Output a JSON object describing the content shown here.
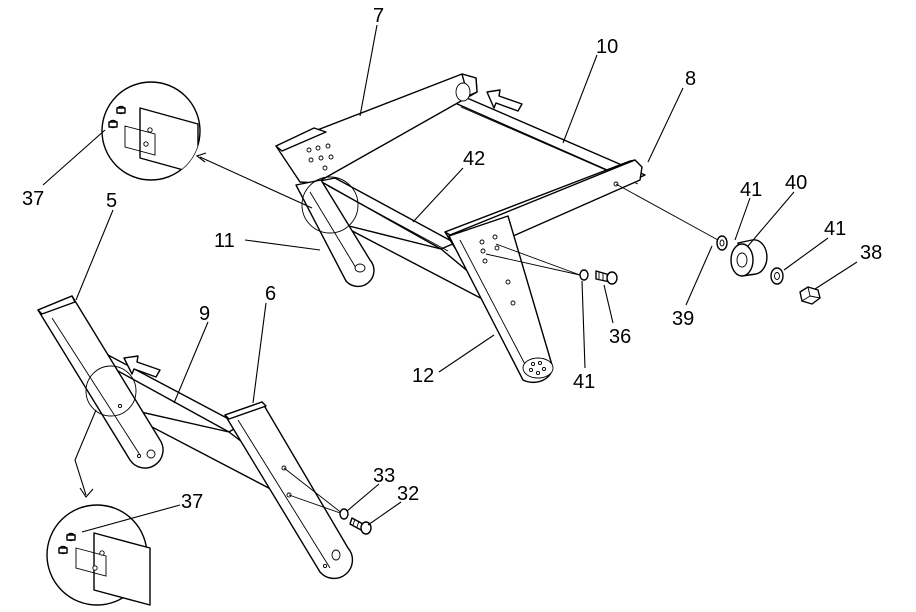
{
  "callouts": {
    "c7": "7",
    "c10": "10",
    "c8": "8",
    "c42": "42",
    "c11": "11",
    "c37a": "37",
    "c37b": "37",
    "c5": "5",
    "c9": "9",
    "c6": "6",
    "c41a": "41",
    "c40": "40",
    "c41b": "41",
    "c38": "38",
    "c39": "39",
    "c36": "36",
    "c41c": "41",
    "c12": "12",
    "c33": "33",
    "c32": "32"
  }
}
